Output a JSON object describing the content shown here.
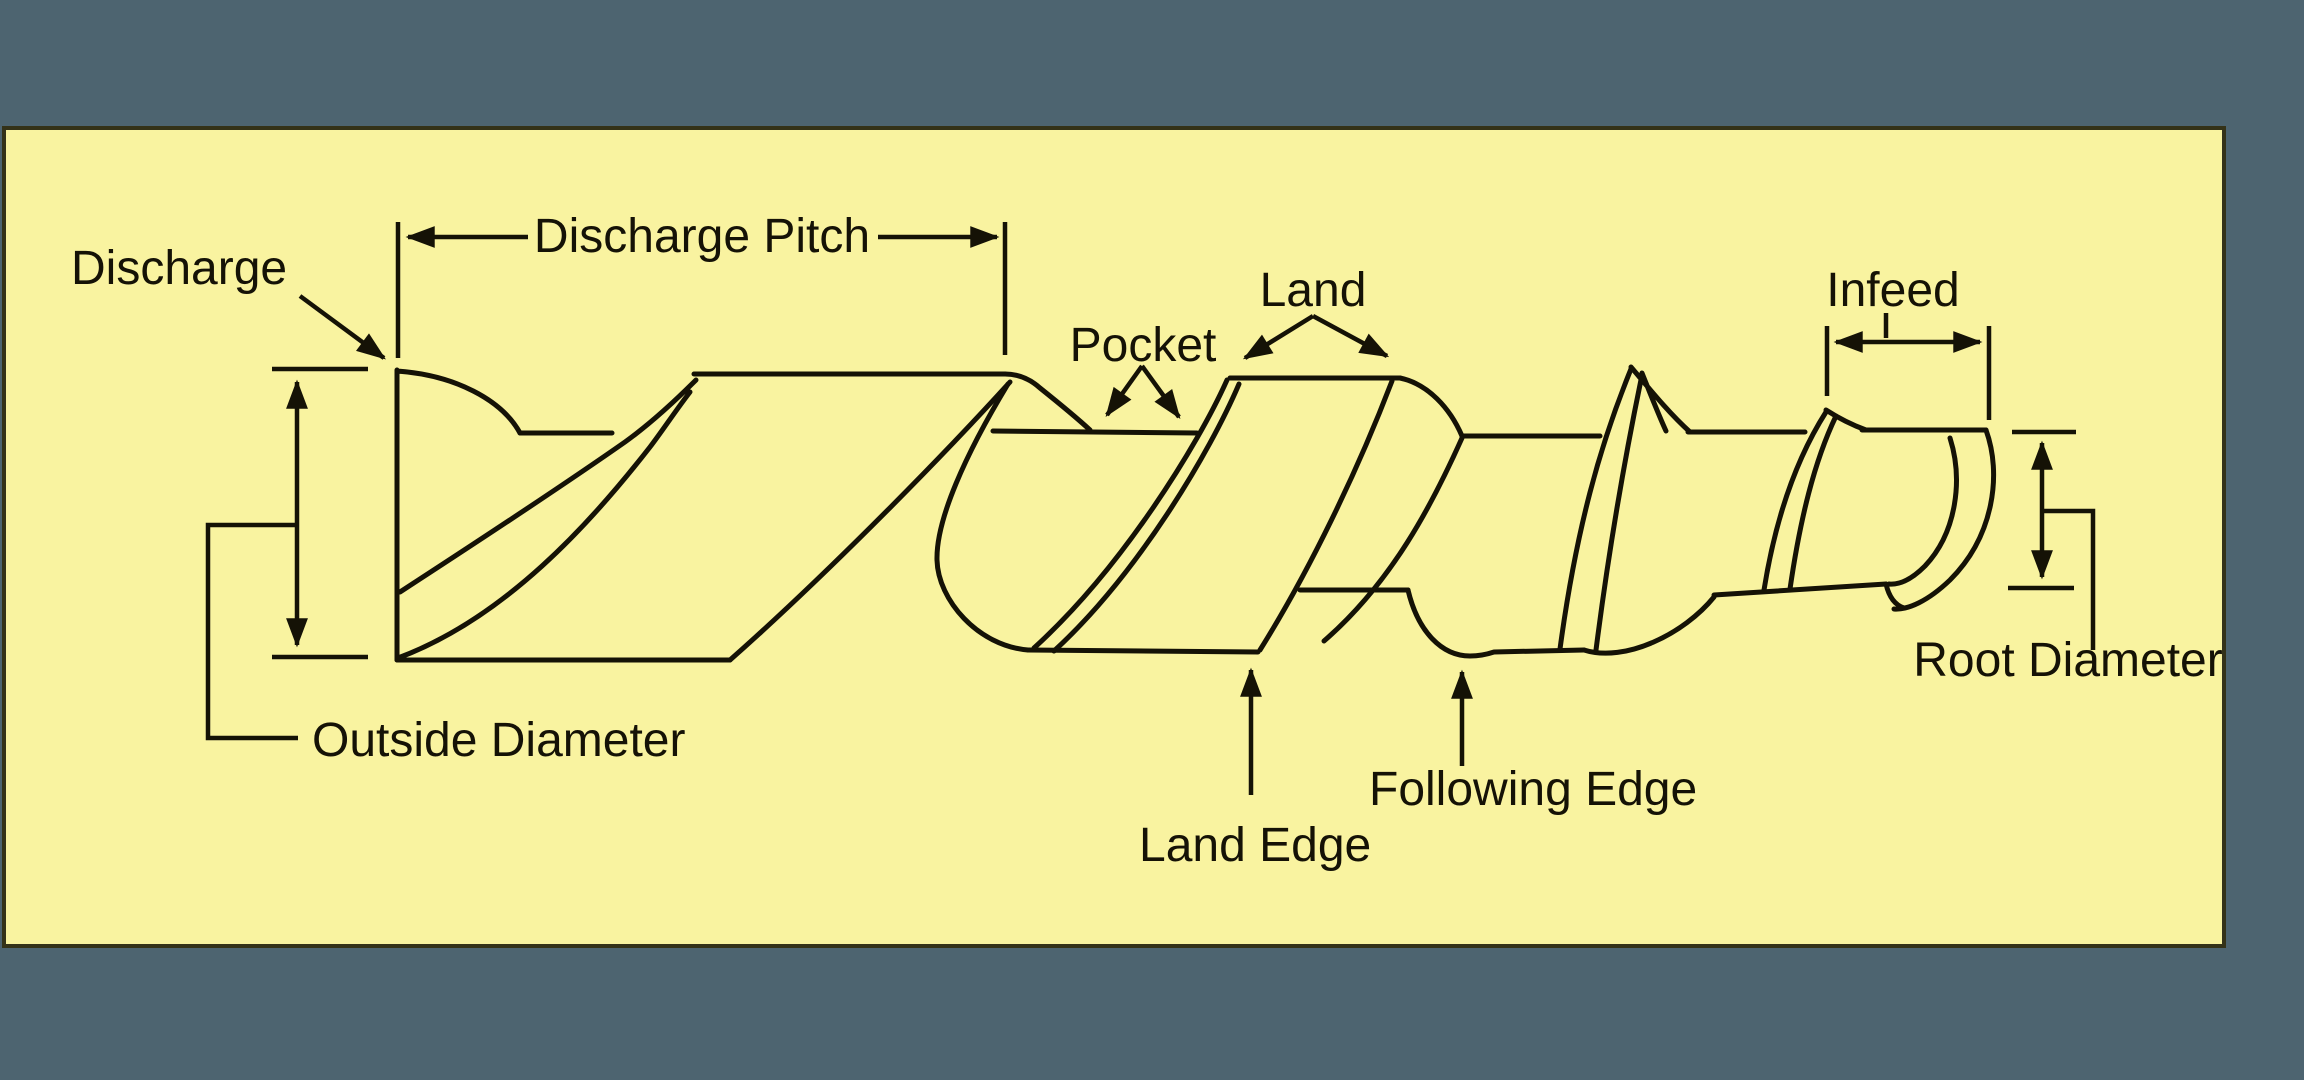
{
  "colors": {
    "background": "#4d6470",
    "panel": "#f9f3a0",
    "ink": "#151206",
    "panel_border": "#343218"
  },
  "labels": {
    "discharge": "Discharge",
    "discharge_pitch": "Discharge Pitch",
    "pocket": "Pocket",
    "land": "Land",
    "infeed": "Infeed",
    "outside_diameter": "Outside Diameter",
    "root_diameter": "Root Diameter",
    "land_edge": "Land Edge",
    "following_edge": "Following Edge"
  }
}
